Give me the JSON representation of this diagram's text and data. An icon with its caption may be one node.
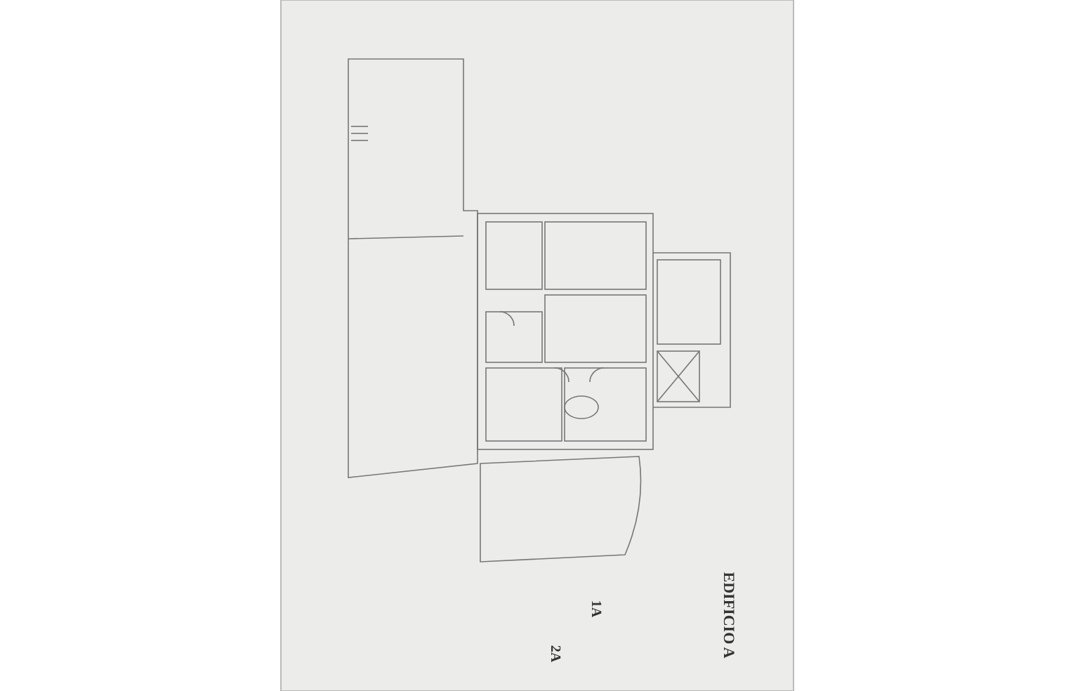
{
  "diagram": {
    "labels": [
      "EDIFICIO A",
      "1A",
      "2A"
    ]
  }
}
